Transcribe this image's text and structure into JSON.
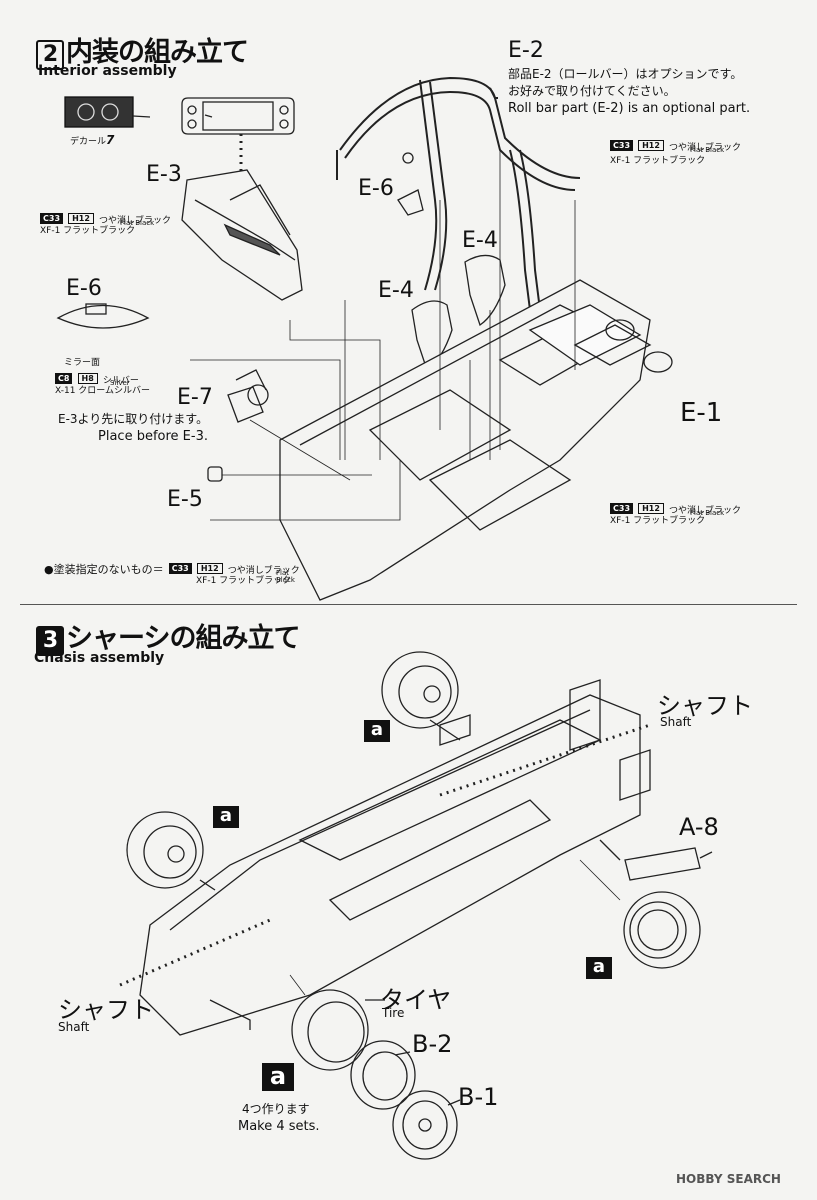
{
  "section2": {
    "number": "2",
    "title": "内装の組み立て",
    "subtitle": "Interior assembly",
    "decal_label": "デカール",
    "decal_number": "7",
    "parts": {
      "e2": "E-2",
      "e3": "E-3",
      "e6_upper": "E-6",
      "e4_upper": "E-4",
      "e4_lower": "E-4",
      "e6_mirror": "E-6",
      "e7": "E-7",
      "e5": "E-5",
      "e1": "E-1"
    },
    "roll_bar_note_jp_1": "部品E-2（ロールバー）はオプションです。",
    "roll_bar_note_jp_2": "お好みで取り付けてください。",
    "roll_bar_note_en": "Roll bar part (E-2) is an optional part.",
    "mirror_label": "ミラー面",
    "place_before_jp": "E-3より先に取り付けます。",
    "place_before_en": "Place before E-3.",
    "unspecified_label": "●塗装指定のないもの＝",
    "paint": {
      "flat_black": {
        "c": "C33",
        "h": "H12",
        "jp": "つや消しブラック",
        "en": "Flat Black",
        "xf": "XF-1 フラットブラック"
      },
      "silver": {
        "c": "C8",
        "h": "H8",
        "jp": "シルバー",
        "en": "Silver",
        "x": "X-11 クロームシルバー"
      }
    }
  },
  "section3": {
    "number": "3",
    "title": "シャーシの組み立て",
    "subtitle": "Chasis assembly",
    "shaft_jp": "シャフト",
    "shaft_en": "Shaft",
    "tire_jp": "タイヤ",
    "tire_en": "Tire",
    "parts": {
      "a8": "A-8",
      "b2": "B-2",
      "b1": "B-1"
    },
    "tag": "a",
    "make_sets_jp": "4つ作ります",
    "make_sets_en": "Make 4 sets."
  },
  "watermark": "HOBBY SEARCH",
  "colors": {
    "ink": "#111111",
    "paper": "#f4f4f2"
  }
}
